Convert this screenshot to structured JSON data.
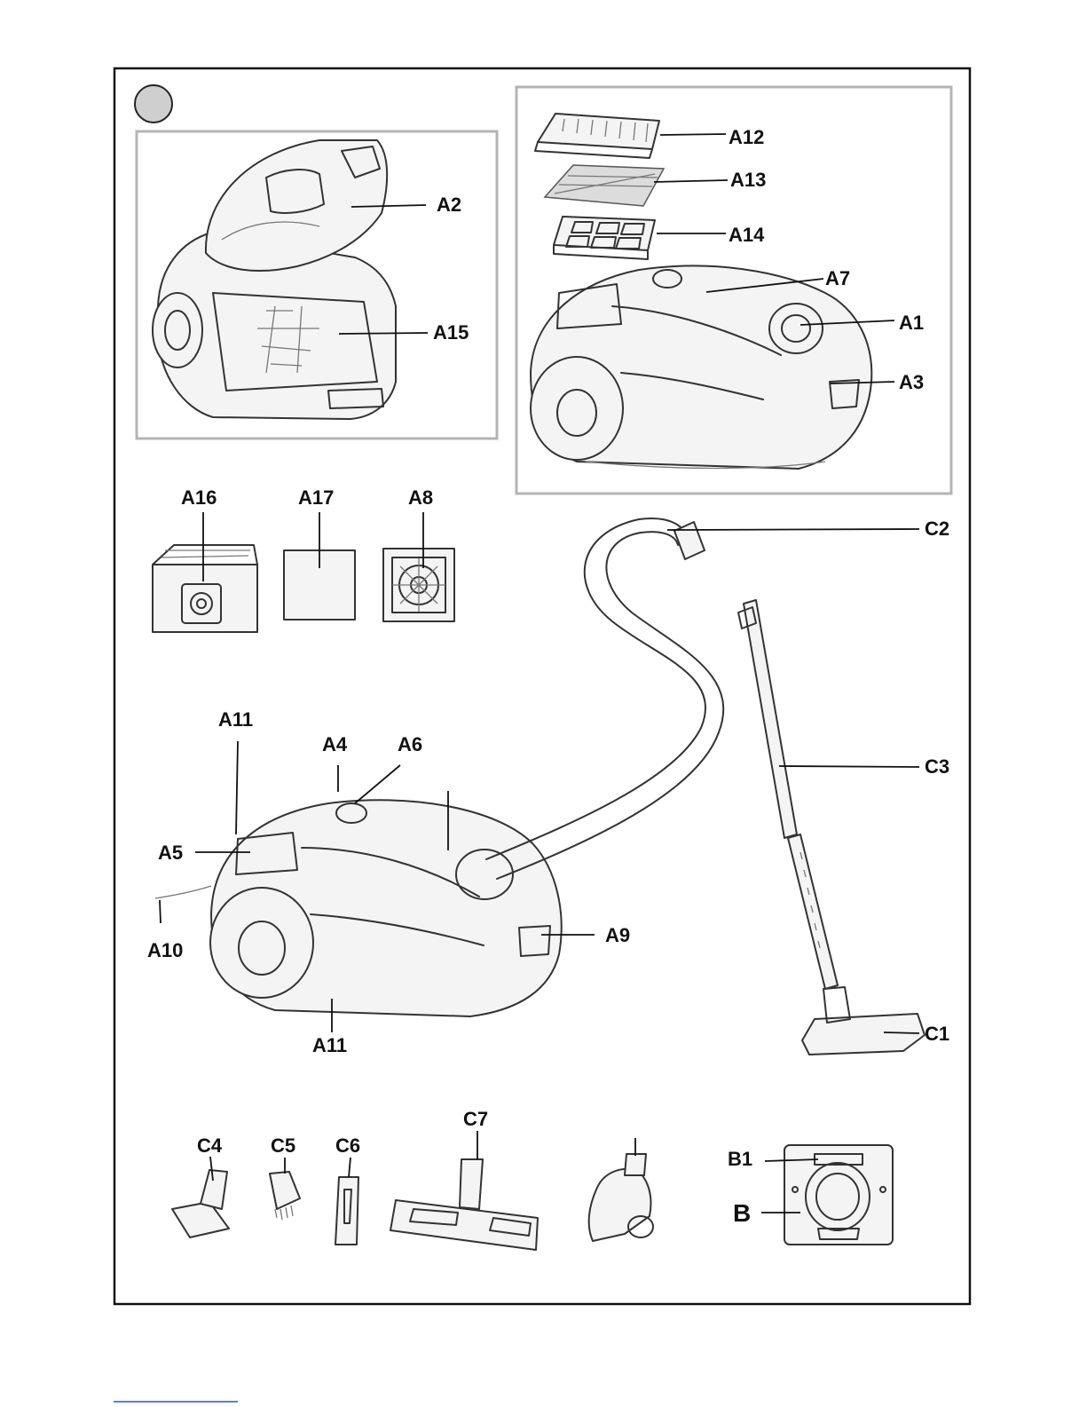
{
  "figure": {
    "labels": {
      "A1": "A1",
      "A2": "A2",
      "A3": "A3",
      "A4": "A4",
      "A5": "A5",
      "A6": "A6",
      "A7": "A7",
      "A8": "A8",
      "A9": "A9",
      "A10": "A10",
      "A11": "A11",
      "A12": "A12",
      "A13": "A13",
      "A14": "A14",
      "A15": "A15",
      "A16": "A16",
      "A17": "A17",
      "B": "B",
      "B1": "B1",
      "C1": "C1",
      "C2": "C2",
      "C3": "C3",
      "C4": "C4",
      "C5": "C5",
      "C6": "C6",
      "C7": "C7"
    },
    "colors": {
      "ink": "#333333",
      "label": "#111111",
      "frame": "#111111",
      "inset_frame": "#b4b4b4",
      "badge_fill": "#cfcfcf",
      "bottom_link": "#2a4fd6"
    }
  }
}
